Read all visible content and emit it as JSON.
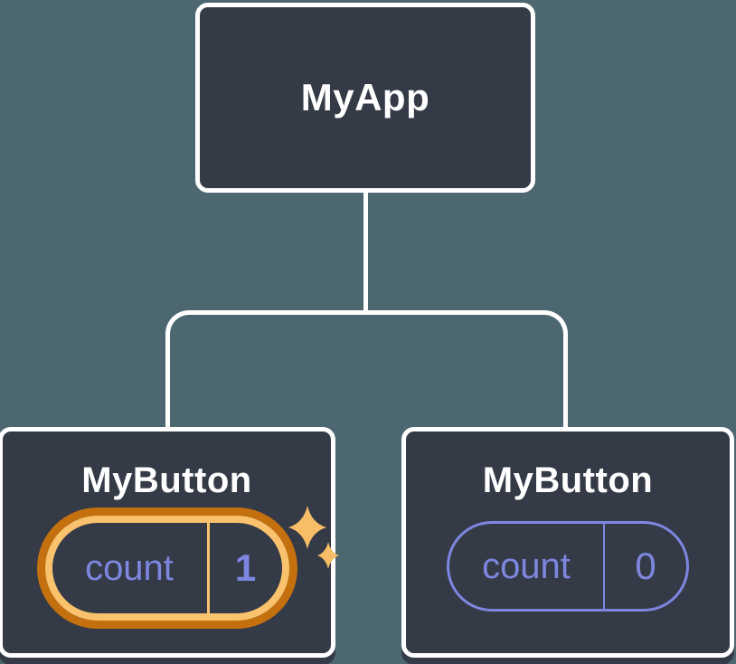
{
  "theme": {
    "background": "#4C6770",
    "node_fill": "#343A46",
    "connector": "#FFFFFF",
    "text_primary": "#FFFFFF",
    "state_text": "#7D87E0",
    "highlight_ring_light": "#FAC26D",
    "highlight_ring_dark": "#C4700F",
    "sparkle": "#F8BE67"
  },
  "tree": {
    "root": {
      "label": "MyApp"
    },
    "children": [
      {
        "label": "MyButton",
        "state_key": "count",
        "state_value": "1",
        "highlighted": true
      },
      {
        "label": "MyButton",
        "state_key": "count",
        "state_value": "0",
        "highlighted": false
      }
    ]
  },
  "icons": {
    "sparkle": "sparkle-icon"
  }
}
